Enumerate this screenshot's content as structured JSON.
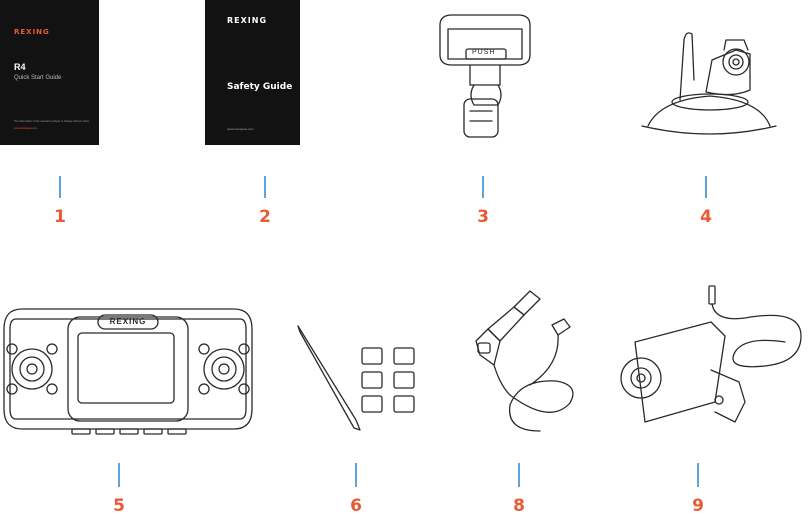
{
  "booklet1": {
    "brand": "REXING",
    "model": "R4",
    "title": "Quick Start Guide",
    "fineprint": "The information in this manual is subject to change without notice.",
    "url": "www.rexingusa.com"
  },
  "booklet2": {
    "brand": "REXING",
    "title": "Safety Guide",
    "url": "www.rexingusa.com"
  },
  "mount": {
    "push_label": "PUSH"
  },
  "dashcam": {
    "brand": "REXING"
  },
  "items": [
    {
      "number": "1"
    },
    {
      "number": "2"
    },
    {
      "number": "3"
    },
    {
      "number": "4"
    },
    {
      "number": "5"
    },
    {
      "number": "6"
    },
    {
      "number": "8"
    },
    {
      "number": "9"
    }
  ],
  "colors": {
    "accent": "#ea5a33",
    "line": "#5aa6dc",
    "booklet": "#121212"
  }
}
